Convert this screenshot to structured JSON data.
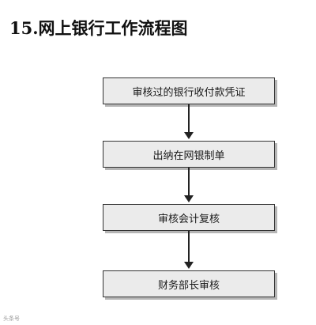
{
  "title": "15.网上银行工作流程图",
  "flow": {
    "steps": [
      "审核过的银行收付款凭证",
      "出纳在网银制单",
      "审核会计复核",
      "财务部长审核"
    ]
  },
  "watermark": "头条号"
}
